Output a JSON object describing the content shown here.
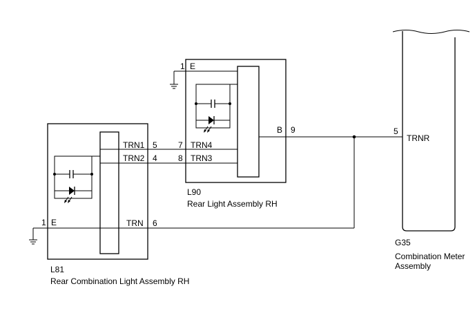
{
  "components": {
    "l81": {
      "code": "L81",
      "name": "Rear Combination Light Assembly RH",
      "pins": {
        "trn1": "TRN1",
        "trn2": "TRN2",
        "trn": "TRN",
        "ground": "E"
      },
      "pin_numbers": {
        "ground": "1"
      }
    },
    "l90": {
      "code": "L90",
      "name": "Rear Light Assembly RH",
      "pins": {
        "trn4": "TRN4",
        "trn3": "TRN3",
        "out": "B",
        "ground": "E"
      },
      "pin_numbers": {
        "trn4": "7",
        "trn3": "8",
        "ground": "1"
      }
    },
    "g35": {
      "code": "G35",
      "name_line1": "Combination Meter",
      "name_line2": "Assembly",
      "pins": {
        "trnr": "TRNR"
      },
      "pin_numbers": {
        "trnr": "5"
      }
    }
  },
  "wire_pin_numbers": {
    "trn1_to_trn4": "5",
    "trn2_to_trn3": "4",
    "trn_to_junction": "6",
    "b_to_junction": "9"
  },
  "colors": {
    "line": "#000000",
    "background": "#ffffff"
  },
  "icons": [
    "ground-symbol",
    "capacitor-symbol",
    "led-symbol",
    "junction-dot"
  ]
}
